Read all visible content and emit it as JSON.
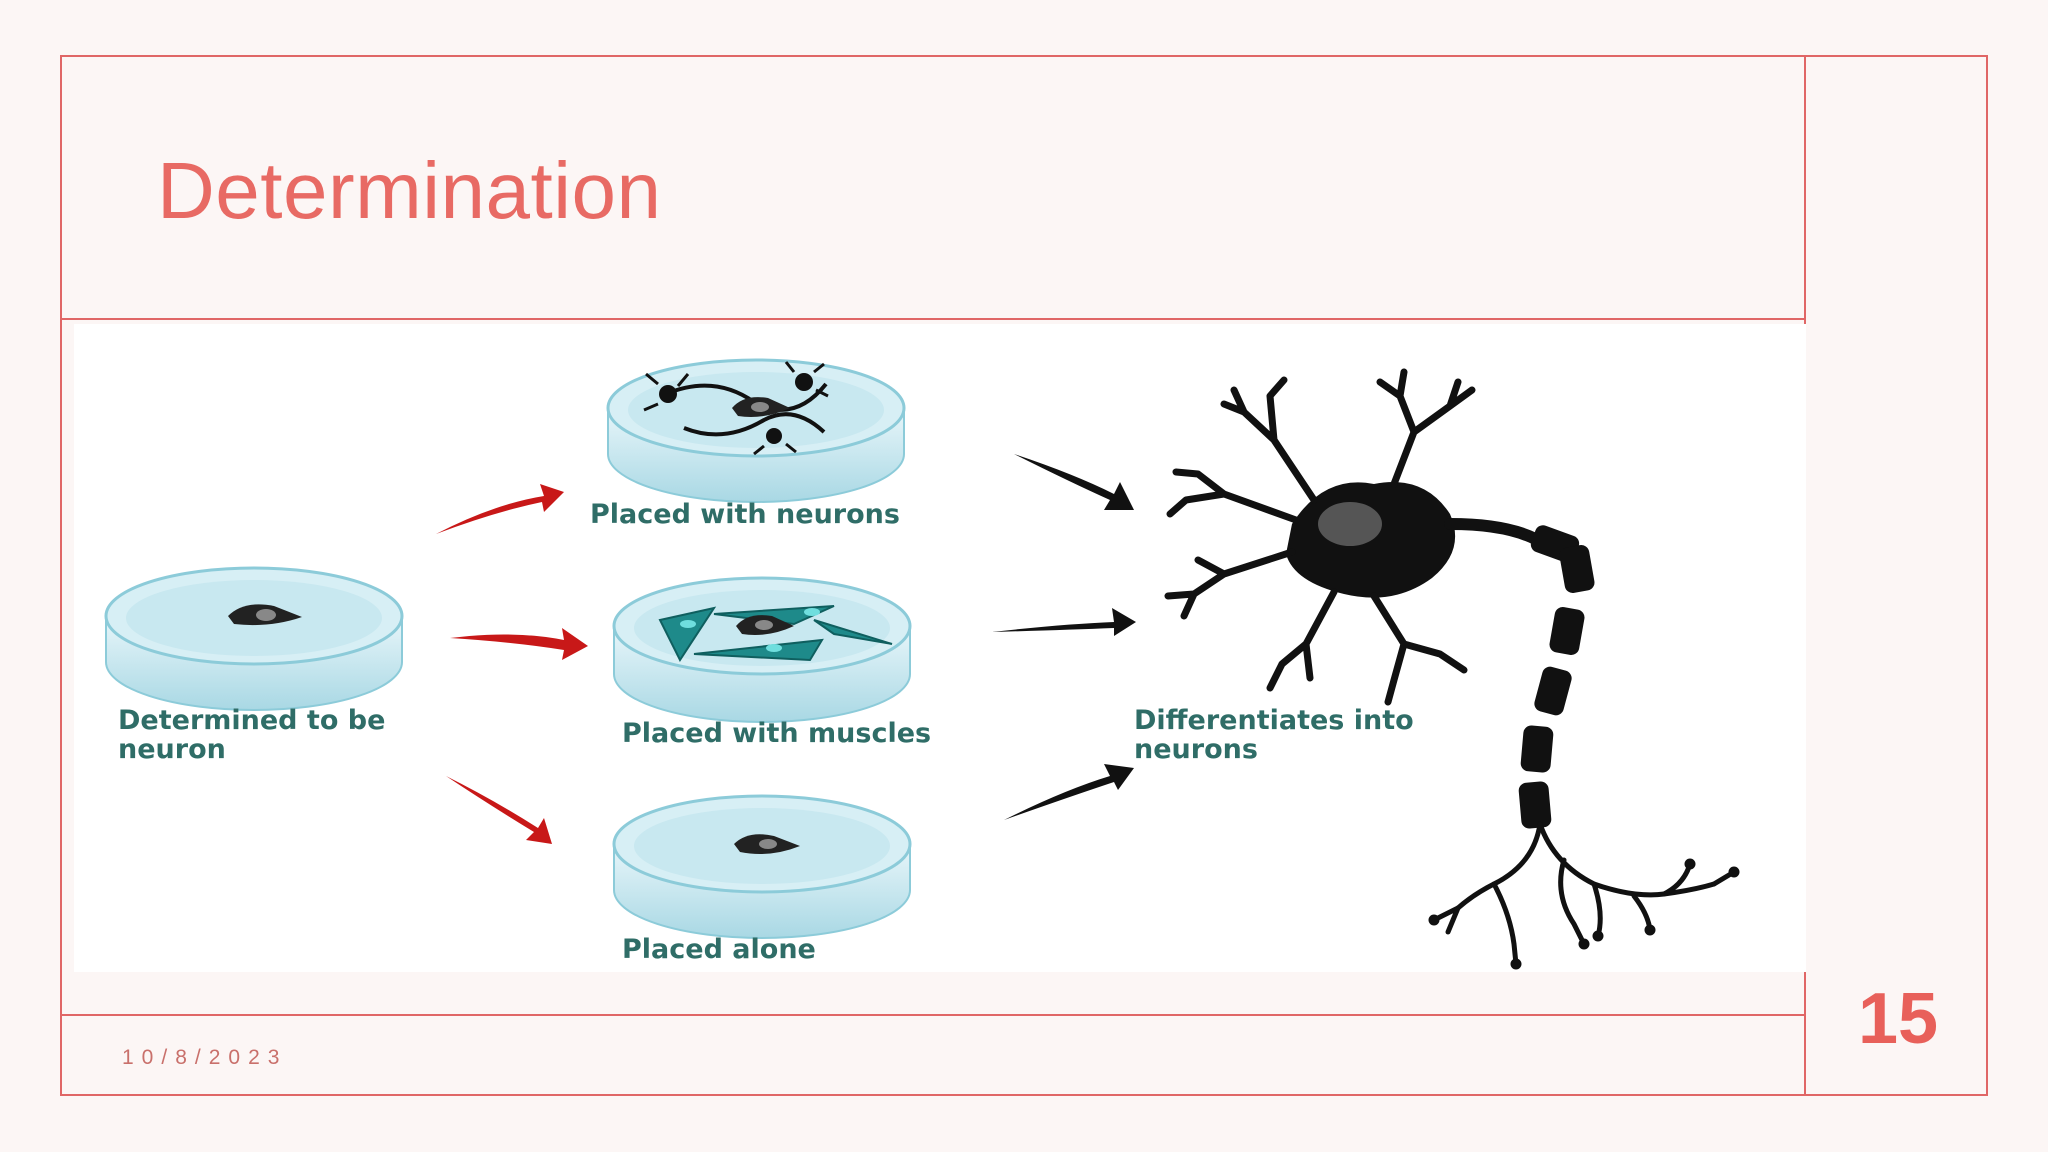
{
  "slide": {
    "title": "Determination",
    "date": "10/8/2023",
    "page_number": "15"
  },
  "diagram": {
    "start_label_line1": "Determined to be",
    "start_label_line2": "neuron",
    "dish_top_label": "Placed with neurons",
    "dish_middle_label": "Placed with muscles",
    "dish_bottom_label": "Placed alone",
    "result_label_line1": "Differentiates into",
    "result_label_line2": "neurons",
    "colors": {
      "accent": "#e06666",
      "dish": "#bfe4ee",
      "arrow_red": "#c81818",
      "arrow_black": "#111111",
      "label": "#2f6d67",
      "muscle": "#1e8a8a"
    }
  }
}
